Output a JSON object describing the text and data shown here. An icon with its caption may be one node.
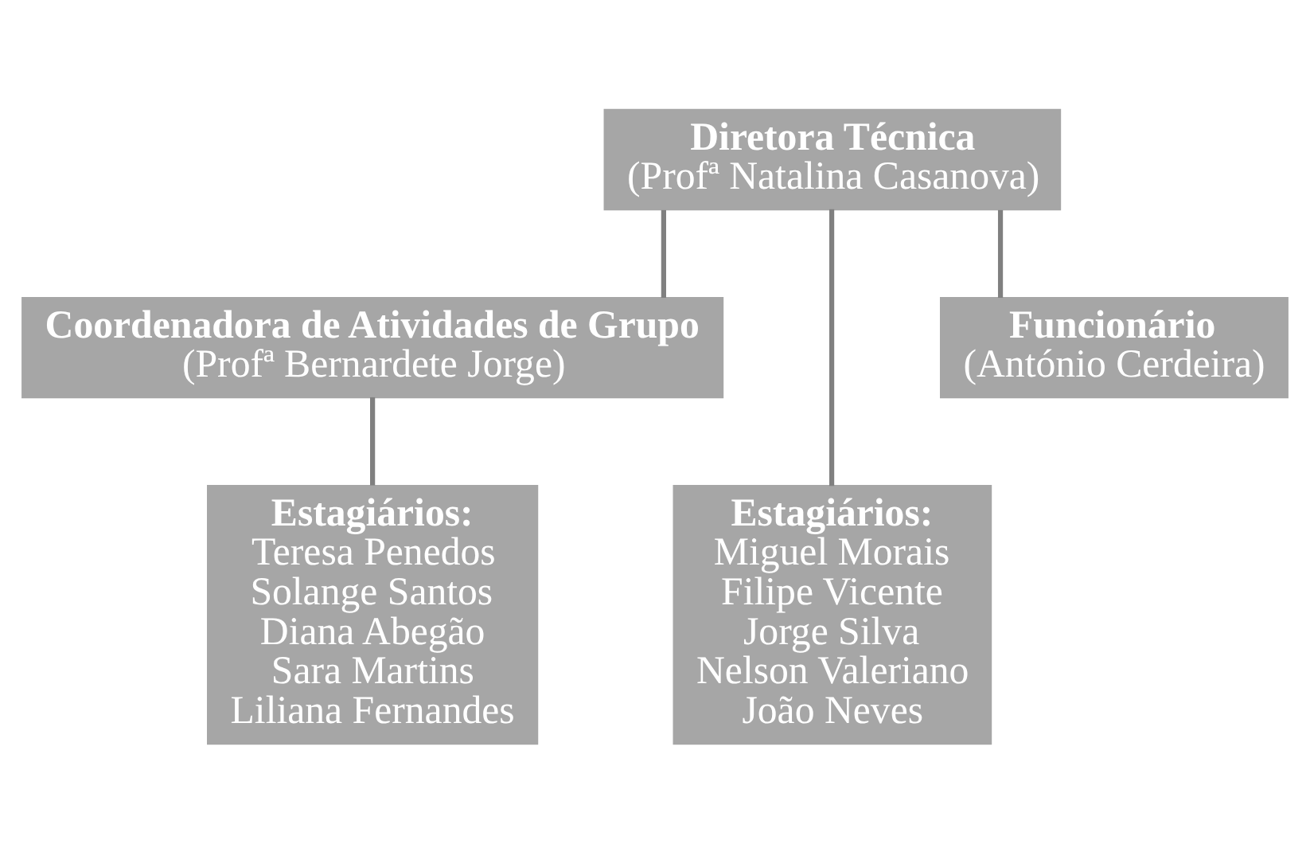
{
  "diagram": {
    "nodes": [
      {
        "text": [
          "Diretora Técnica",
          "(Profª Natalina Casanova)"
        ]
      },
      {
        "text": [
          "Coordenadora de Atividades de Grupo",
          "(Profª Bernardete Jorge)"
        ]
      },
      {
        "text": [
          "Estagiários:",
          "Teresa Penedos",
          "Solange Santos",
          "Diana Abegão",
          "Sara Martins",
          "Liliana Fernandes"
        ]
      },
      {
        "text": [
          "Estagiários:",
          "Miguel Morais",
          "Filipe Vicente",
          "Jorge Silva",
          "Nelson Valeriano",
          "João Neves"
        ]
      },
      {
        "text": [
          "Funcionário",
          "(António Cerdeira)"
        ]
      }
    ],
    "edges": [
      {
        "from": 0,
        "to": 1,
        "arrow": "none"
      },
      {
        "from": 0,
        "to": 3,
        "arrow": "none"
      },
      {
        "from": 0,
        "to": 4,
        "arrow": "none"
      },
      {
        "from": 1,
        "to": 2,
        "arrow": "none"
      }
    ]
  }
}
